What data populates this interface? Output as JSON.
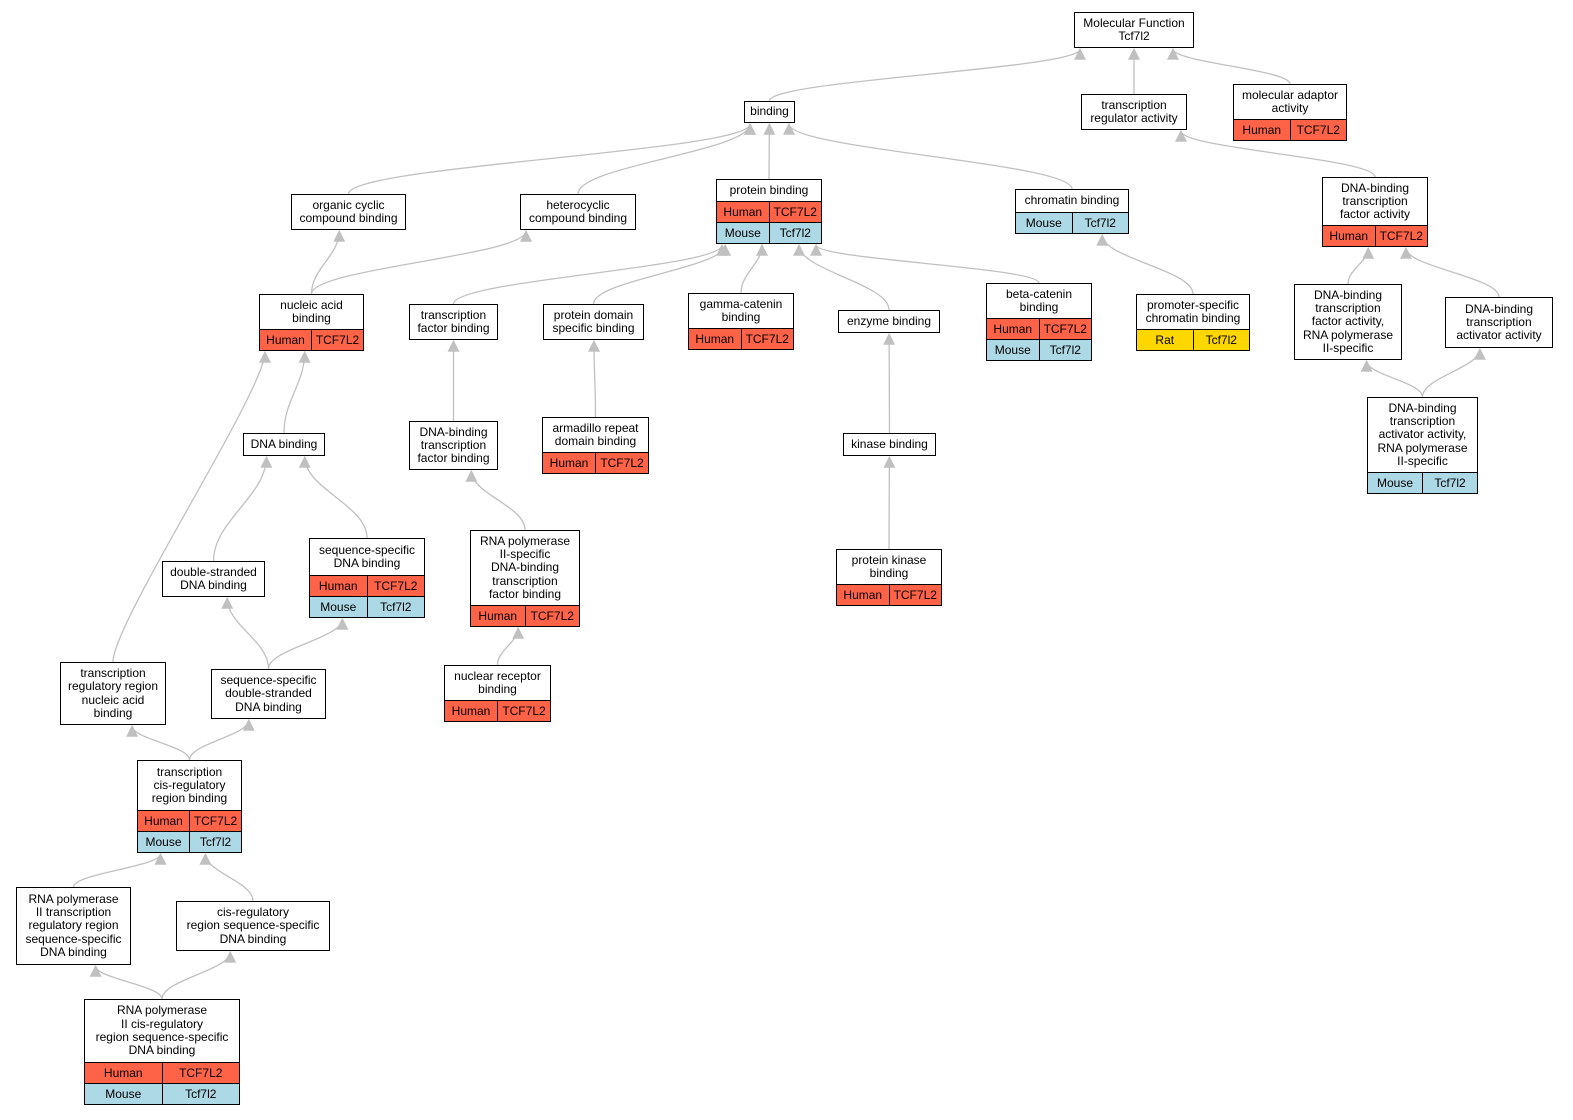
{
  "colors": {
    "edge": "#c0c0c0",
    "human": "#ff6347",
    "mouse": "#add8e6",
    "rat": "#ffd700"
  },
  "nodes": {
    "root": {
      "label": "Molecular Function\nTcf7l2",
      "ann": []
    },
    "binding": {
      "label": "binding",
      "ann": []
    },
    "transcription_regulator_activity": {
      "label": "transcription\nregulator activity",
      "ann": []
    },
    "molecular_adaptor_activity": {
      "label": "molecular adaptor\nactivity",
      "ann": [
        [
          "Human",
          "TCF7L2"
        ]
      ]
    },
    "organic_cyclic_compound_binding": {
      "label": "organic cyclic\ncompound binding",
      "ann": []
    },
    "heterocyclic_compound_binding": {
      "label": "heterocyclic\ncompound binding",
      "ann": []
    },
    "protein_binding": {
      "label": "protein binding",
      "ann": [
        [
          "Human",
          "TCF7L2"
        ],
        [
          "Mouse",
          "Tcf7l2"
        ]
      ]
    },
    "chromatin_binding": {
      "label": "chromatin binding",
      "ann": [
        [
          "Mouse",
          "Tcf7l2"
        ]
      ]
    },
    "dna_binding_tf_activity": {
      "label": "DNA-binding\ntranscription\nfactor activity",
      "ann": [
        [
          "Human",
          "TCF7L2"
        ]
      ]
    },
    "nucleic_acid_binding": {
      "label": "nucleic acid\nbinding",
      "ann": [
        [
          "Human",
          "TCF7L2"
        ]
      ]
    },
    "transcription_factor_binding": {
      "label": "transcription\nfactor binding",
      "ann": []
    },
    "protein_domain_specific_binding": {
      "label": "protein domain\nspecific binding",
      "ann": []
    },
    "gamma_catenin_binding": {
      "label": "gamma-catenin\nbinding",
      "ann": [
        [
          "Human",
          "TCF7L2"
        ]
      ]
    },
    "enzyme_binding": {
      "label": "enzyme binding",
      "ann": []
    },
    "beta_catenin_binding": {
      "label": "beta-catenin\nbinding",
      "ann": [
        [
          "Human",
          "TCF7L2"
        ],
        [
          "Mouse",
          "Tcf7l2"
        ]
      ]
    },
    "promoter_specific_chromatin_binding": {
      "label": "promoter-specific\nchromatin binding",
      "ann": [
        [
          "Rat",
          "Tcf7l2"
        ]
      ]
    },
    "dna_binding_tf_activity_rnap2": {
      "label": "DNA-binding\ntranscription\nfactor activity,\nRNA polymerase\nII-specific",
      "ann": []
    },
    "dna_binding_ta_activity": {
      "label": "DNA-binding\ntranscription\nactivator activity",
      "ann": []
    },
    "dna_binding": {
      "label": "DNA binding",
      "ann": []
    },
    "dna_binding_tf_binding": {
      "label": "DNA-binding\ntranscription\nfactor binding",
      "ann": []
    },
    "armadillo_repeat_domain_binding": {
      "label": "armadillo repeat\ndomain binding",
      "ann": [
        [
          "Human",
          "TCF7L2"
        ]
      ]
    },
    "kinase_binding": {
      "label": "kinase binding",
      "ann": []
    },
    "dna_binding_ta_activity_rnap2": {
      "label": "DNA-binding\ntranscription\nactivator activity,\nRNA polymerase\nII-specific",
      "ann": [
        [
          "Mouse",
          "Tcf7l2"
        ]
      ]
    },
    "sequence_specific_dna_binding": {
      "label": "sequence-specific\nDNA binding",
      "ann": [
        [
          "Human",
          "TCF7L2"
        ],
        [
          "Mouse",
          "Tcf7l2"
        ]
      ]
    },
    "double_stranded_dna_binding": {
      "label": "double-stranded\nDNA binding",
      "ann": []
    },
    "rnap2_specific_dna_binding_tf_binding": {
      "label": "RNA polymerase\nII-specific\nDNA-binding\ntranscription\nfactor binding",
      "ann": [
        [
          "Human",
          "TCF7L2"
        ]
      ]
    },
    "protein_kinase_binding": {
      "label": "protein kinase\nbinding",
      "ann": [
        [
          "Human",
          "TCF7L2"
        ]
      ]
    },
    "transcription_regulatory_region_nucleic_acid_binding": {
      "label": "transcription\nregulatory region\nnucleic acid\nbinding",
      "ann": []
    },
    "sequence_specific_double_stranded_dna_binding": {
      "label": "sequence-specific\ndouble-stranded\nDNA binding",
      "ann": []
    },
    "nuclear_receptor_binding": {
      "label": "nuclear receptor\nbinding",
      "ann": [
        [
          "Human",
          "TCF7L2"
        ]
      ]
    },
    "transcription_cis_regulatory_region_binding": {
      "label": "transcription\ncis-regulatory\nregion binding",
      "ann": [
        [
          "Human",
          "TCF7L2"
        ],
        [
          "Mouse",
          "Tcf7l2"
        ]
      ]
    },
    "rnap2_transcription_regulatory_region_ssdna_binding": {
      "label": "RNA polymerase\nII transcription\nregulatory region\nsequence-specific\nDNA binding",
      "ann": []
    },
    "cis_regulatory_region_ssdna_binding": {
      "label": "cis-regulatory\nregion sequence-specific\nDNA binding",
      "ann": []
    },
    "rnap2_cis_regulatory_region_ssdna_binding": {
      "label": "RNA polymerase\nII cis-regulatory\nregion sequence-specific\nDNA binding",
      "ann": [
        [
          "Human",
          "TCF7L2"
        ],
        [
          "Mouse",
          "Tcf7l2"
        ]
      ]
    }
  },
  "edges": [
    [
      "binding",
      "root"
    ],
    [
      "transcription_regulator_activity",
      "root"
    ],
    [
      "molecular_adaptor_activity",
      "root"
    ],
    [
      "organic_cyclic_compound_binding",
      "binding"
    ],
    [
      "heterocyclic_compound_binding",
      "binding"
    ],
    [
      "protein_binding",
      "binding"
    ],
    [
      "chromatin_binding",
      "binding"
    ],
    [
      "dna_binding_tf_activity",
      "transcription_regulator_activity"
    ],
    [
      "nucleic_acid_binding",
      "organic_cyclic_compound_binding"
    ],
    [
      "nucleic_acid_binding",
      "heterocyclic_compound_binding"
    ],
    [
      "transcription_factor_binding",
      "protein_binding"
    ],
    [
      "protein_domain_specific_binding",
      "protein_binding"
    ],
    [
      "gamma_catenin_binding",
      "protein_binding"
    ],
    [
      "enzyme_binding",
      "protein_binding"
    ],
    [
      "beta_catenin_binding",
      "protein_binding"
    ],
    [
      "promoter_specific_chromatin_binding",
      "chromatin_binding"
    ],
    [
      "dna_binding_tf_activity_rnap2",
      "dna_binding_tf_activity"
    ],
    [
      "dna_binding_ta_activity",
      "dna_binding_tf_activity"
    ],
    [
      "dna_binding",
      "nucleic_acid_binding"
    ],
    [
      "dna_binding_tf_binding",
      "transcription_factor_binding"
    ],
    [
      "armadillo_repeat_domain_binding",
      "protein_domain_specific_binding"
    ],
    [
      "kinase_binding",
      "enzyme_binding"
    ],
    [
      "dna_binding_ta_activity_rnap2",
      "dna_binding_tf_activity_rnap2"
    ],
    [
      "dna_binding_ta_activity_rnap2",
      "dna_binding_ta_activity"
    ],
    [
      "sequence_specific_dna_binding",
      "dna_binding"
    ],
    [
      "double_stranded_dna_binding",
      "dna_binding"
    ],
    [
      "rnap2_specific_dna_binding_tf_binding",
      "dna_binding_tf_binding"
    ],
    [
      "protein_kinase_binding",
      "kinase_binding"
    ],
    [
      "transcription_regulatory_region_nucleic_acid_binding",
      "nucleic_acid_binding"
    ],
    [
      "sequence_specific_double_stranded_dna_binding",
      "double_stranded_dna_binding"
    ],
    [
      "sequence_specific_double_stranded_dna_binding",
      "sequence_specific_dna_binding"
    ],
    [
      "nuclear_receptor_binding",
      "rnap2_specific_dna_binding_tf_binding"
    ],
    [
      "transcription_cis_regulatory_region_binding",
      "transcription_regulatory_region_nucleic_acid_binding"
    ],
    [
      "transcription_cis_regulatory_region_binding",
      "sequence_specific_double_stranded_dna_binding"
    ],
    [
      "rnap2_transcription_regulatory_region_ssdna_binding",
      "transcription_cis_regulatory_region_binding"
    ],
    [
      "cis_regulatory_region_ssdna_binding",
      "transcription_cis_regulatory_region_binding"
    ],
    [
      "rnap2_cis_regulatory_region_ssdna_binding",
      "rnap2_transcription_regulatory_region_ssdna_binding"
    ],
    [
      "rnap2_cis_regulatory_region_ssdna_binding",
      "cis_regulatory_region_ssdna_binding"
    ]
  ]
}
